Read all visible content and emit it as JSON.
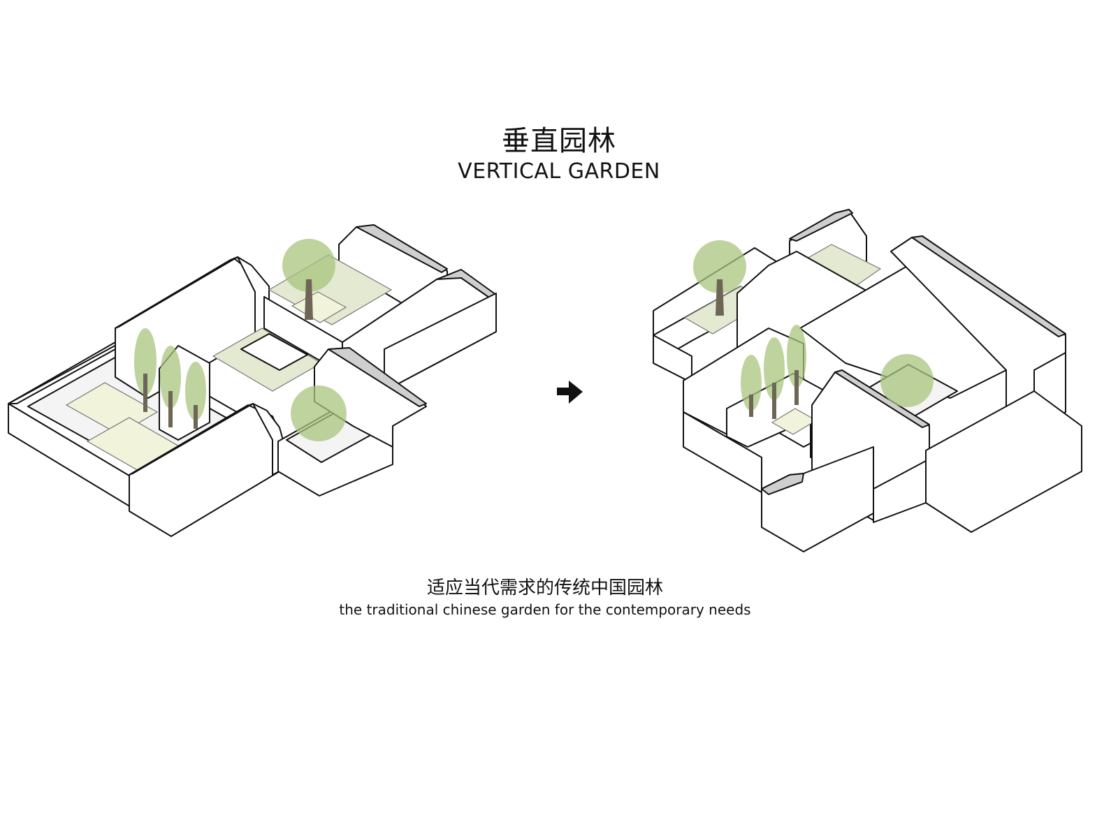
{
  "header": {
    "title_cn": "垂直园林",
    "title_en": "VERTICAL GARDEN"
  },
  "caption": {
    "cn": "适应当代需求的传统中国园林",
    "en": "the traditional chinese garden for the contemporary needs"
  },
  "diagram": {
    "left": "traditional courtyard compound (isometric)",
    "arrow": "right-arrow-icon",
    "right": "stacked vertical courtyard compound (isometric)"
  },
  "colors": {
    "building": "#ffffff",
    "outline": "#111111",
    "roof_ridge": "#cfcfcf",
    "lawn": "#f1f3da",
    "courtyard_green": "#e4e9d2",
    "tree_canopy": "#a8c47c",
    "tree_trunk": "#6e6556"
  }
}
